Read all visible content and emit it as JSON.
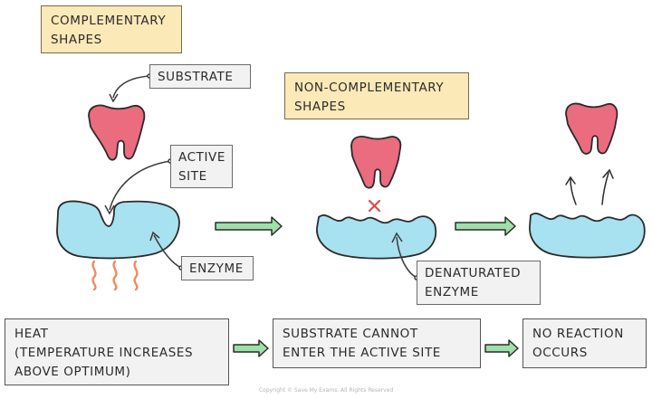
{
  "labels": {
    "complementary": [
      "COMPLEMENTARY",
      "SHAPES"
    ],
    "substrate": "SUBSTRATE",
    "active_site": [
      "ACTIVE",
      "SITE"
    ],
    "enzyme": "ENZYME",
    "non_complementary": [
      "NON-COMPLEMENTARY",
      "SHAPES"
    ],
    "denaturated": [
      "DENATURATED",
      "ENZYME"
    ]
  },
  "flow": {
    "step1": [
      "HEAT",
      "(TEMPERATURE INCREASES",
      "ABOVE OPTIMUM)"
    ],
    "step2": [
      "SUBSTRATE CANNOT",
      "ENTER THE ACTIVE SITE"
    ],
    "step3": [
      "NO REACTION",
      "OCCURS"
    ]
  },
  "footer": {
    "copyright": "Copyright © Save My Exams. All Rights Reserved"
  },
  "colors": {
    "substrate": "#ea6c7e",
    "enzyme": "#a8e1ef",
    "arrow": "#9ee0a9",
    "heat": "#f08a5e",
    "label_yellow": "#fbe9b7",
    "label_grey": "#f2f2f2",
    "cross": "#e0484a"
  }
}
